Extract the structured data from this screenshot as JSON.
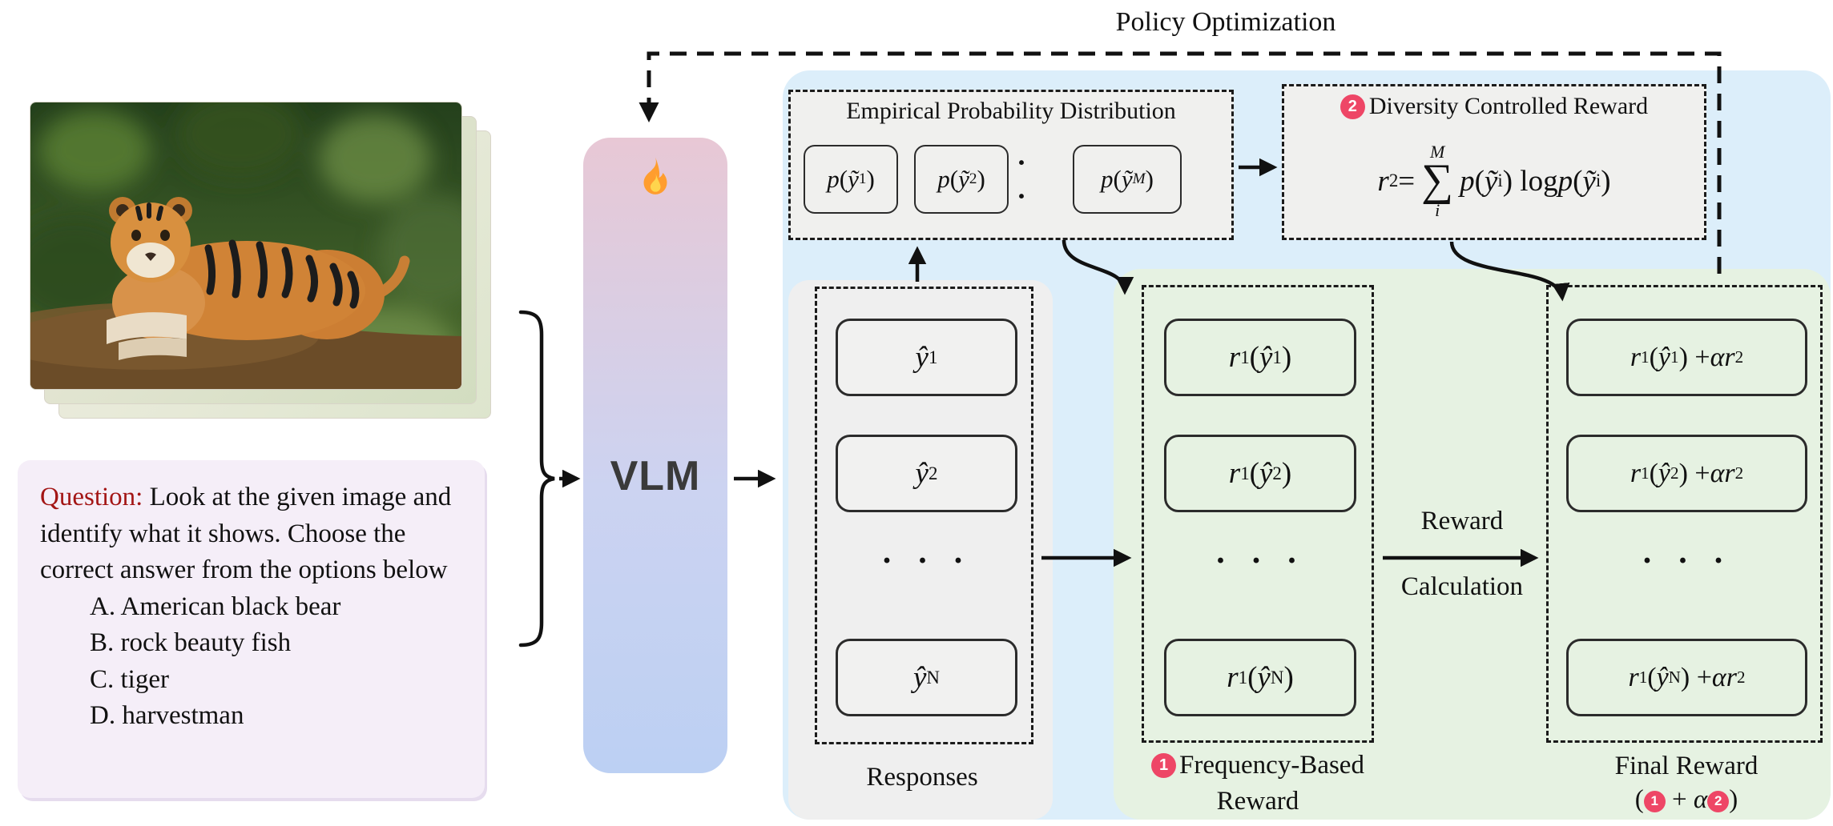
{
  "title": {
    "policy_optimization": "Policy Optimization"
  },
  "colors": {
    "badge": "#ee4666",
    "question_red": "#a31515",
    "blue_region": "#dceefa",
    "green_region": "#e6f2e2",
    "gray_panel": "#efefef",
    "box_fill": "#f0f0ee"
  },
  "question": {
    "prefix": "Question:",
    "body": " Look at the given image and identify what it shows. Choose the correct answer from the options below",
    "options": [
      "A. American black bear",
      "B. rock beauty fish",
      "C. tiger",
      "D. harvestman"
    ]
  },
  "vlm": {
    "label": "VLM",
    "icon": "flame"
  },
  "responses": {
    "label": "Responses",
    "ellipsis": "· · ·",
    "items": [
      "<i>ŷ</i><sub>1</sub>",
      "<i>ŷ</i><sub>2</sub>",
      "<i>ŷ</i><sub>N</sub>"
    ]
  },
  "empirical": {
    "title": "Empirical Probability Distribution",
    "ellipsis": "· ·",
    "items": [
      "<i>p</i>(<i>ỹ</i><sub>1</sub>)",
      "<i>p</i>(<i>ỹ</i><sub>2</sub>)",
      "<i>p</i>(<i>ỹ</i><sub><i>M</i></sub>)"
    ]
  },
  "diversity": {
    "badge": "2",
    "title": "Diversity Controlled Reward",
    "formula": "<i>r</i><sub>2</sub> = <span class='sumstack'><span class='lim'><i>M</i></span><span class='sig'>∑</span><span class='lim'><i>i</i></span></span> <i>p</i>(<i>ỹ</i><sub>i</sub>) log <i>p</i>(<i>ỹ</i><sub>i</sub>)"
  },
  "frequency": {
    "badge": "1",
    "label_line1": "Frequency-Based",
    "label_line2": "Reward",
    "ellipsis": "· · ·",
    "items": [
      "<i>r</i><sub>1</sub>(<i>ŷ</i><sub>1</sub>)",
      "<i>r</i><sub>1</sub>(<i>ŷ</i><sub>2</sub>)",
      "<i>r</i><sub>1</sub>(<i>ŷ</i><sub>N</sub>)"
    ]
  },
  "reward_calc": {
    "line1": "Reward",
    "line2": "Calculation"
  },
  "final": {
    "label_line1": "Final Reward",
    "label_line2": "(<span class='nbadge sm'>1</span> + <i>α</i><span class='nbadge sm'>2</span>)",
    "ellipsis": "· · ·",
    "items": [
      "<i>r</i><sub>1</sub>(<i>ŷ</i><sub>1</sub>) + <i>αr</i><sub>2</sub>",
      "<i>r</i><sub>1</sub>(<i>ŷ</i><sub>2</sub>) + <i>αr</i><sub>2</sub>",
      "<i>r</i><sub>1</sub>(<i>ŷ</i><sub>N</sub>) + <i>αr</i><sub>2</sub>"
    ]
  }
}
